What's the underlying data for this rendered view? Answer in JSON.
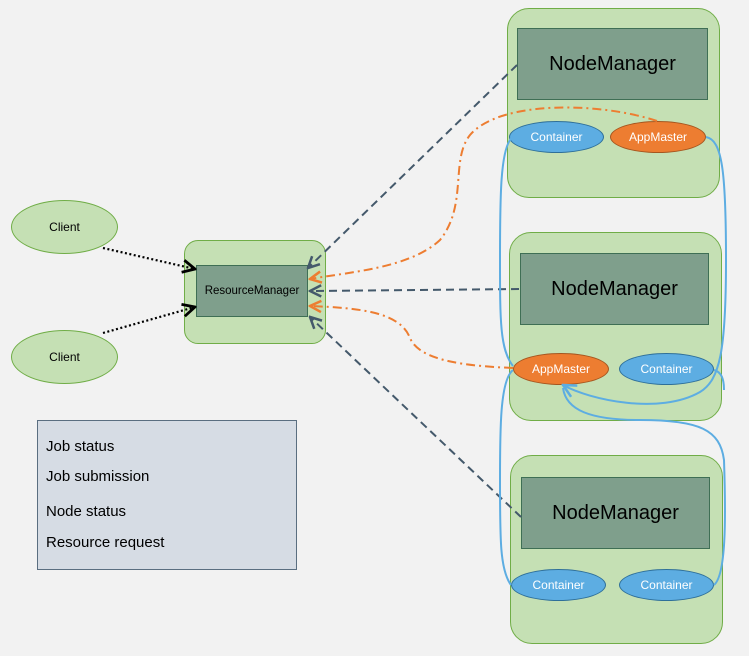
{
  "clients": [
    {
      "label": "Client"
    },
    {
      "label": "Client"
    }
  ],
  "resource_manager": {
    "label": "ResourceManager"
  },
  "node_managers": [
    {
      "label": "NodeManager",
      "left": {
        "label": "Container",
        "kind": "container"
      },
      "right": {
        "label": "AppMaster",
        "kind": "appmaster"
      }
    },
    {
      "label": "NodeManager",
      "left": {
        "label": "AppMaster",
        "kind": "appmaster"
      },
      "right": {
        "label": "Container",
        "kind": "container"
      }
    },
    {
      "label": "NodeManager",
      "left": {
        "label": "Container",
        "kind": "container"
      },
      "right": {
        "label": "Container",
        "kind": "container"
      }
    }
  ],
  "legend": [
    {
      "label": "Job status",
      "style": "solid",
      "color": "#5dade2"
    },
    {
      "label": "Job submission",
      "style": "dotted",
      "color": "#000000"
    },
    {
      "label": "Node status",
      "style": "dashed",
      "color": "#44596b"
    },
    {
      "label": "Resource request",
      "style": "dashdot",
      "color": "#ed7d31"
    }
  ],
  "colors": {
    "container": "#5dade2",
    "appmaster": "#ed7d31",
    "node_box": "#c5e0b4",
    "inner_box": "#7f9f8c"
  }
}
